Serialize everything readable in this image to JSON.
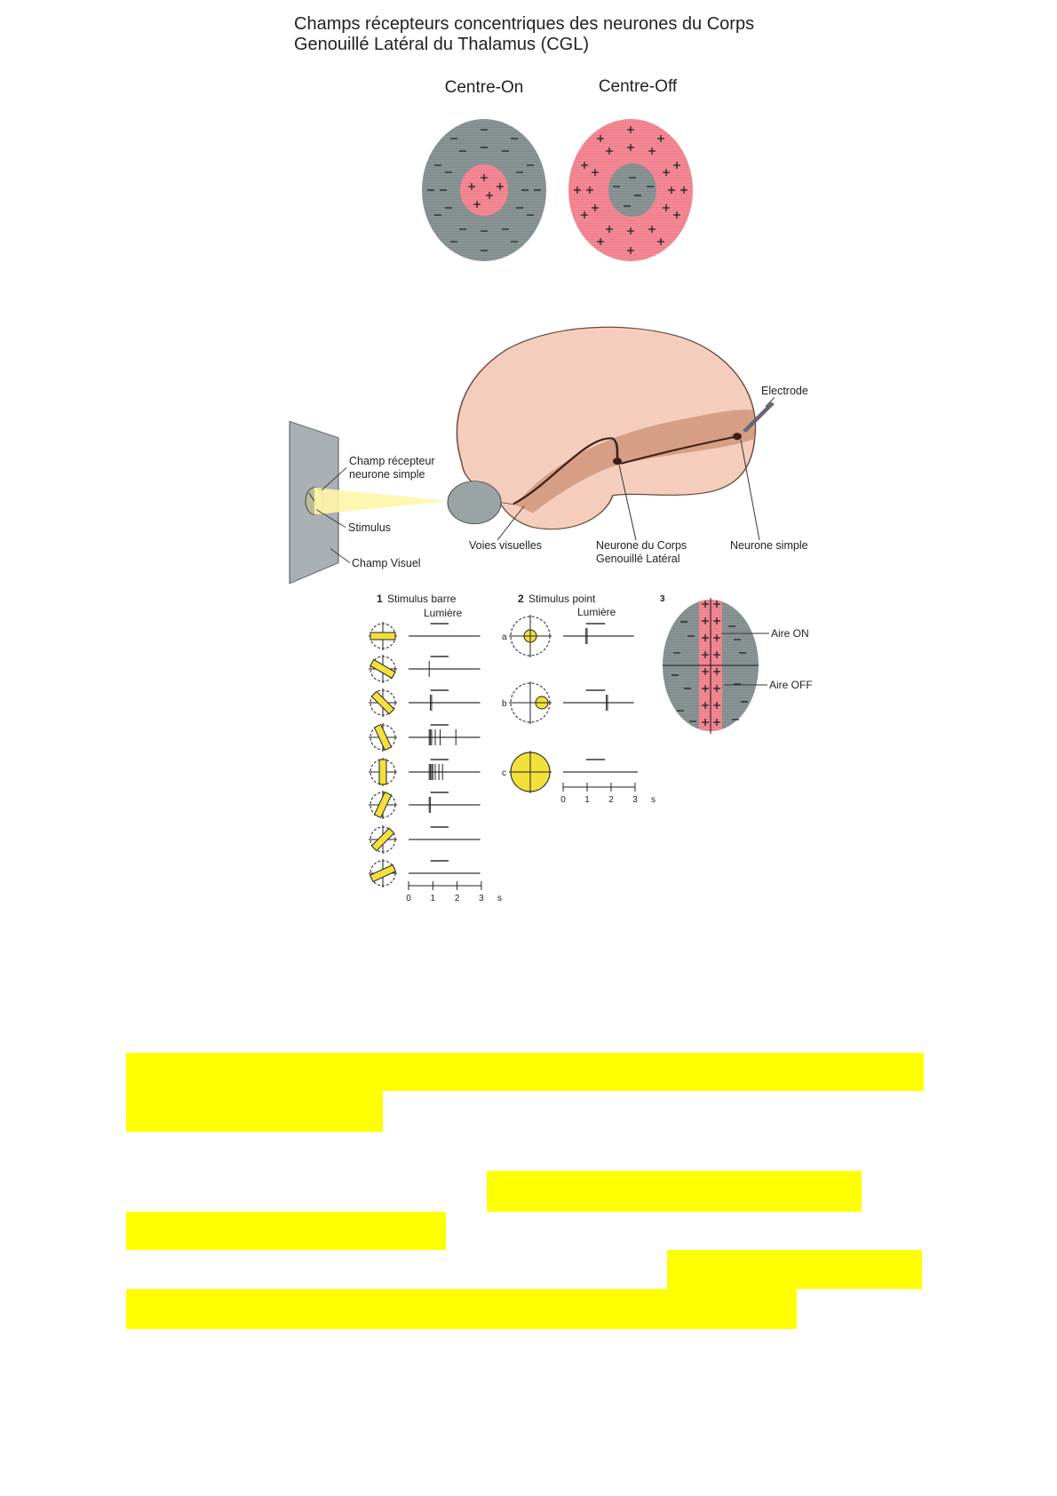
{
  "title": {
    "line1": "Champs récepteurs concentriques des neurones du Corps",
    "line2": "Genouillé Latéral du Thalamus (CGL)"
  },
  "receptive_fields": {
    "centre_on_label": "Centre-On",
    "centre_off_label": "Centre-Off",
    "on_color": "#f07c8a",
    "off_color": "#7e8a8a"
  },
  "brain_diagram": {
    "electrode": "Electrode",
    "champ_recepteur_1": "Champ récepteur",
    "champ_recepteur_2": "neurone simple",
    "stimulus": "Stimulus",
    "champ_visuel": "Champ Visuel",
    "voies_visuelles": "Voies visuelles",
    "neurone_cgl_1": "Neurone du Corps",
    "neurone_cgl_2": "Genouillé Latéral",
    "neurone_simple": "Neurone simple"
  },
  "panel1": {
    "number": "1",
    "title": "Stimulus barre",
    "light_label": "Lumière",
    "light_on": [
      0.9,
      1.65
    ],
    "rows": [
      {
        "angle": 0,
        "spikes": []
      },
      {
        "angle": 30,
        "spikes": [
          0.85
        ]
      },
      {
        "angle": 45,
        "spikes": [
          0.9,
          0.95
        ]
      },
      {
        "angle": 65,
        "spikes": [
          0.85,
          0.9,
          0.95,
          1.1,
          1.3,
          1.95
        ]
      },
      {
        "angle": 90,
        "spikes": [
          0.85,
          0.9,
          0.95,
          1.0,
          1.1,
          1.25,
          1.4
        ]
      },
      {
        "angle": -65,
        "spikes": [
          0.85,
          0.9
        ]
      },
      {
        "angle": -45,
        "spikes": []
      },
      {
        "angle": -25,
        "spikes": []
      }
    ],
    "axis_ticks": [
      "0",
      "1",
      "2",
      "3"
    ],
    "axis_unit": "s"
  },
  "panel2": {
    "number": "2",
    "title": "Stimulus point",
    "light_label": "Lumière",
    "light_on": [
      0.95,
      1.75
    ],
    "rows": [
      {
        "label": "a",
        "type": "center",
        "spikes": [
          0.95,
          1.0
        ]
      },
      {
        "label": "b",
        "type": "periphery",
        "spikes": [
          1.8,
          1.85
        ]
      },
      {
        "label": "c",
        "type": "full",
        "spikes": []
      }
    ],
    "axis_ticks": [
      "0",
      "1",
      "2",
      "3"
    ],
    "axis_unit": "s"
  },
  "panel3": {
    "number": "3",
    "aire_on": "Aire ON",
    "aire_off": "Aire OFF"
  }
}
